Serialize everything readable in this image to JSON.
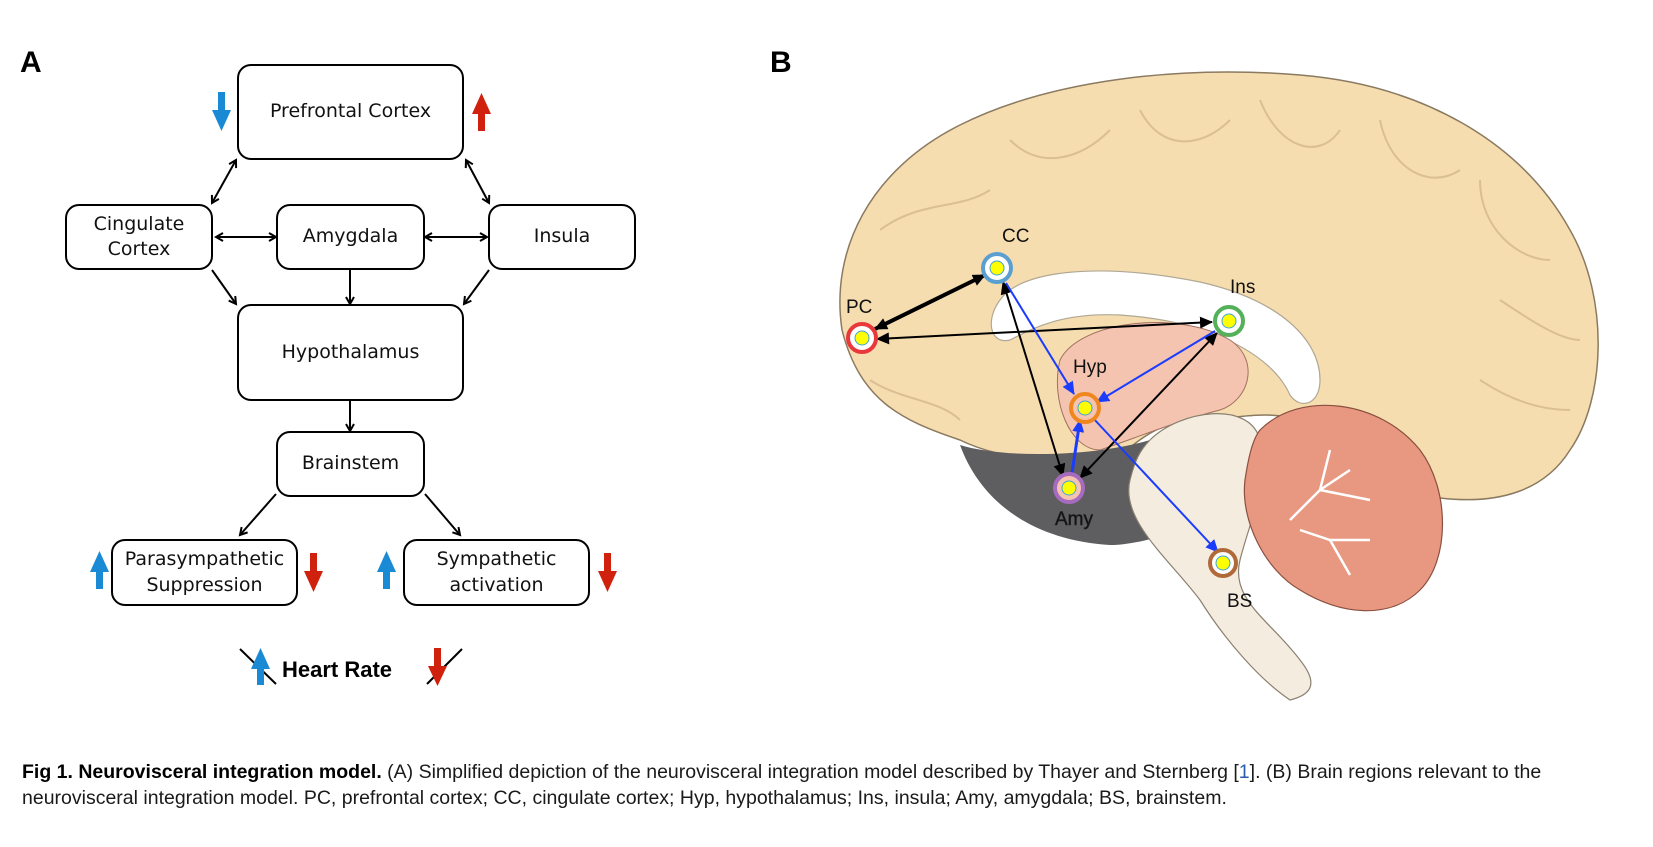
{
  "panel_a": {
    "letter": "A",
    "nodes": {
      "prefrontal": "Prefrontal Cortex",
      "cingulate": "Cingulate\nCortex",
      "amygdala": "Amygdala",
      "insula": "Insula",
      "hypothalamus": "Hypothalamus",
      "brainstem": "Brainstem",
      "parasympathetic": "Parasympathetic\nSuppression",
      "sympathetic": "Sympathetic\nactivation"
    },
    "heart_rate": "Heart Rate",
    "colors": {
      "blue_arrow": "#1a8ad4",
      "red_arrow": "#d0200e"
    }
  },
  "panel_b": {
    "letter": "B",
    "labels": {
      "pc": "PC",
      "cc": "CC",
      "ins": "Ins",
      "hyp": "Hyp",
      "amy": "Amy",
      "bs": "BS"
    },
    "colors": {
      "pc": "#e8383a",
      "cc": "#5b9fd0",
      "ins": "#55b05a",
      "hyp": "#f0861e",
      "amy": "#a66bbf",
      "bs": "#b06a3a",
      "node_fill": "#ffff00",
      "blue_connection": "#1a3cff",
      "black_connection": "#000000"
    }
  },
  "caption": {
    "title": "Fig 1. Neurovisceral integration model.",
    "text_part1": " (A) Simplified depiction of the neurovisceral integration model described by Thayer and Sternberg [",
    "ref": "1",
    "text_part2": "]. (B) Brain regions relevant to the neurovisceral integration model. PC, prefrontal cortex; CC, cingulate cortex; Hyp, hypothalamus; Ins, insula; Amy, amygdala; BS, brainstem."
  }
}
